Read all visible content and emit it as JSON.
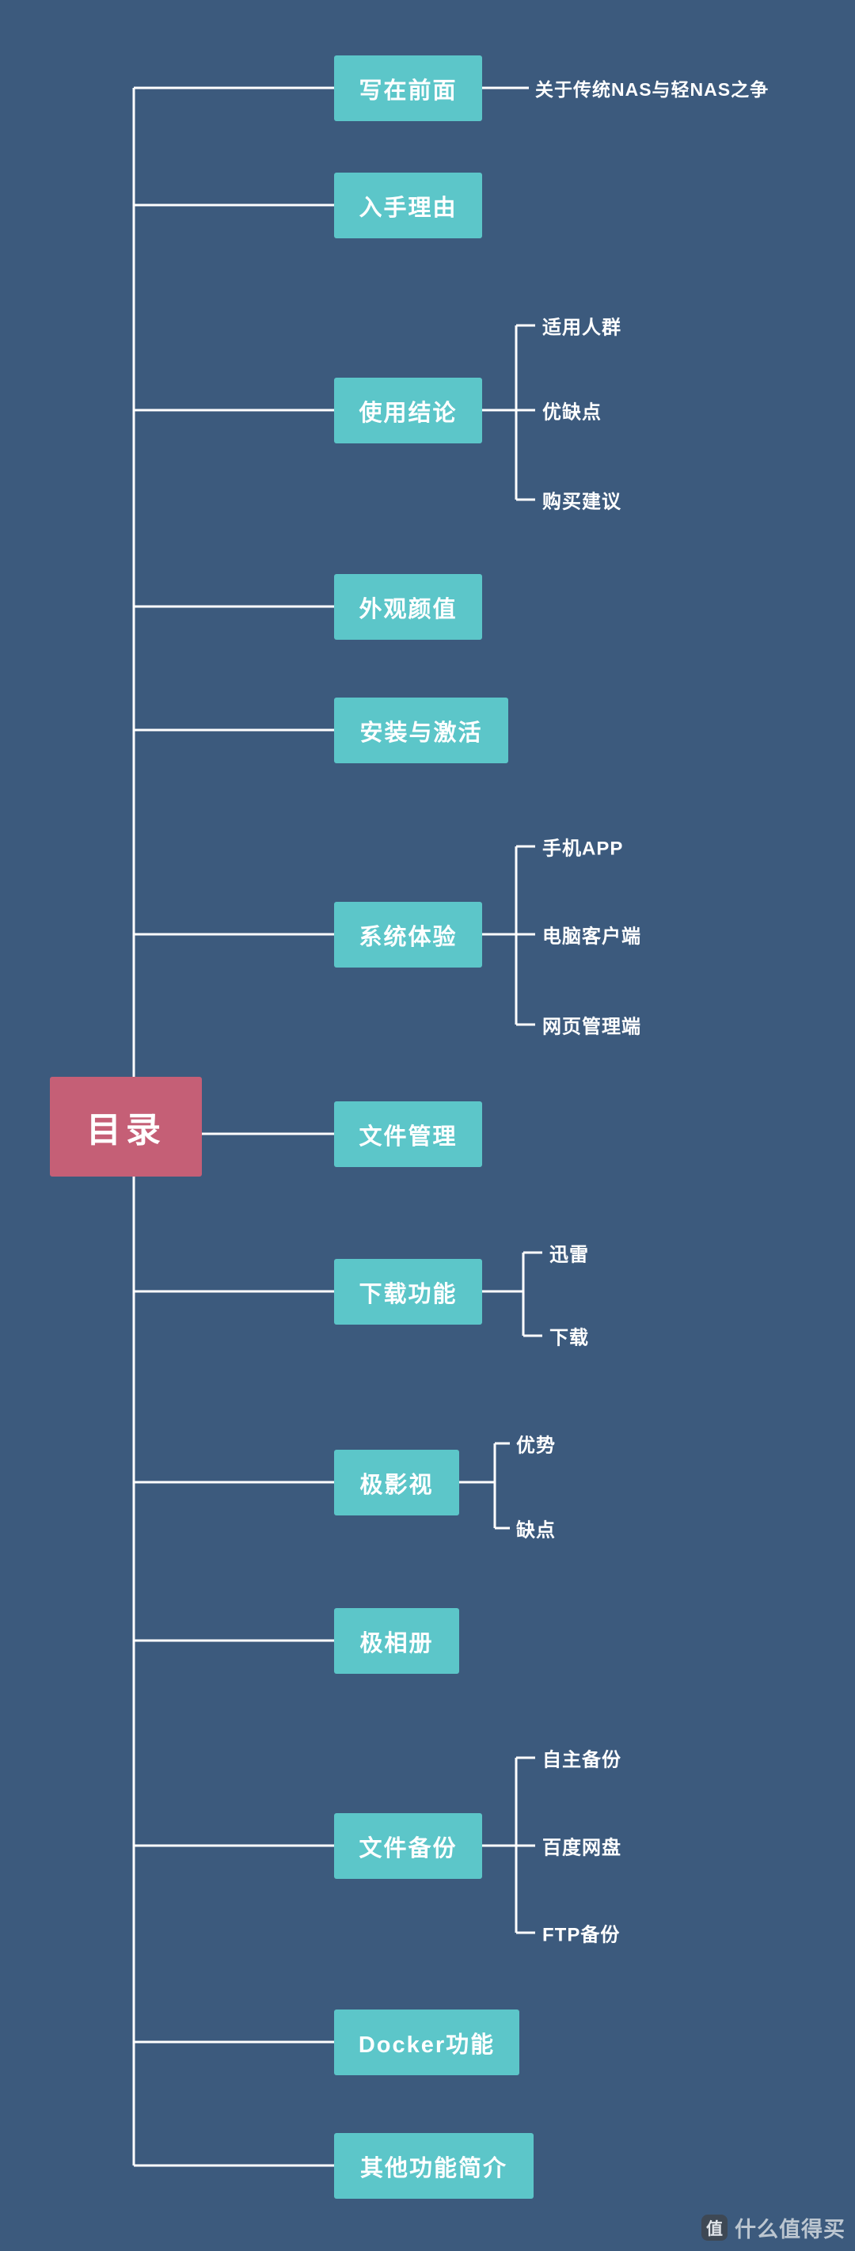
{
  "diagram": {
    "root": {
      "label": "目录"
    },
    "branches": [
      {
        "label": "写在前面",
        "children": [
          "关于传统NAS与轻NAS之争"
        ]
      },
      {
        "label": "入手理由",
        "children": []
      },
      {
        "label": "使用结论",
        "children": [
          "适用人群",
          "优缺点",
          "购买建议"
        ]
      },
      {
        "label": "外观颜值",
        "children": []
      },
      {
        "label": "安装与激活",
        "children": []
      },
      {
        "label": "系统体验",
        "children": [
          "手机APP",
          "电脑客户端",
          "网页管理端"
        ]
      },
      {
        "label": "文件管理",
        "children": []
      },
      {
        "label": "下载功能",
        "children": [
          "迅雷",
          "下载"
        ]
      },
      {
        "label": "极影视",
        "children": [
          "优势",
          "缺点"
        ]
      },
      {
        "label": "极相册",
        "children": []
      },
      {
        "label": "文件备份",
        "children": [
          "自主备份",
          "百度网盘",
          "FTP备份"
        ]
      },
      {
        "label": "Docker功能",
        "children": []
      },
      {
        "label": "其他功能简介",
        "children": []
      }
    ]
  },
  "watermark": {
    "icon": "值",
    "label": "什么值得买"
  },
  "colors": {
    "background": "#3c5a7d",
    "branch_node": "#5cc6c9",
    "root_node": "#c55f76",
    "line": "#ffffff",
    "text": "#ffffff"
  }
}
